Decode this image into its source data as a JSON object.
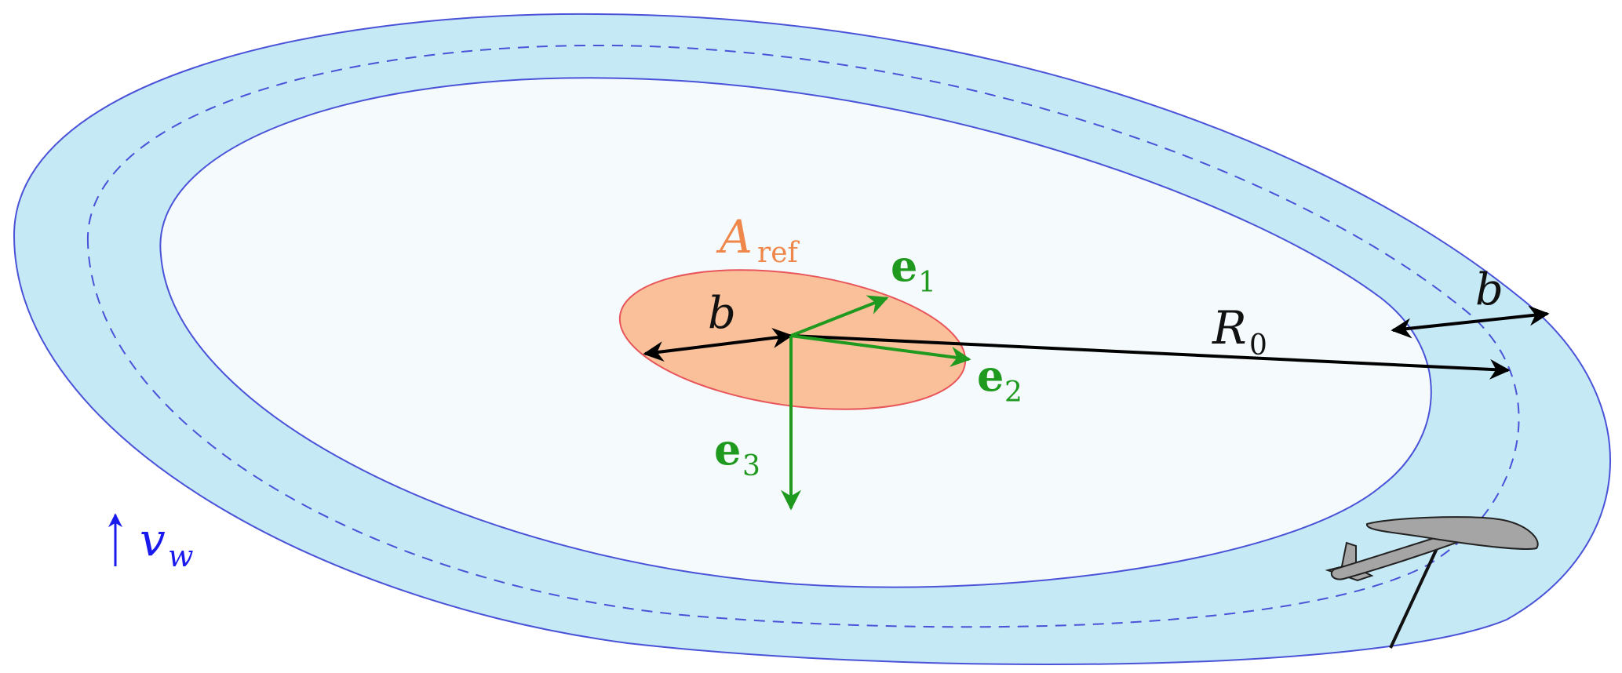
{
  "labels": {
    "area_main": "A",
    "area_sub": "ref",
    "e1_main": "e",
    "e1_sub": "1",
    "e2_main": "e",
    "e2_sub": "2",
    "e3_main": "e",
    "e3_sub": "3",
    "b_inner": "b",
    "b_outer": "b",
    "radius_main": "R",
    "radius_sub": "0",
    "wind_main": "v",
    "wind_sub": "w"
  },
  "colors": {
    "annulus_fill": "#c6e9f6",
    "annulus_stroke": "#4a52d8",
    "inner_fill": "#f5fbfd",
    "reference_area_fill": "#f9c09a",
    "reference_area_stroke": "#e8555a",
    "reference_area_label": "#f0874a",
    "unit_vectors": "#1f9a1f",
    "dimension_arrows": "#000000",
    "wind": "#1a1aee",
    "aircraft": "#a5a5a5"
  },
  "icons": {
    "aircraft": "aircraft-icon"
  }
}
